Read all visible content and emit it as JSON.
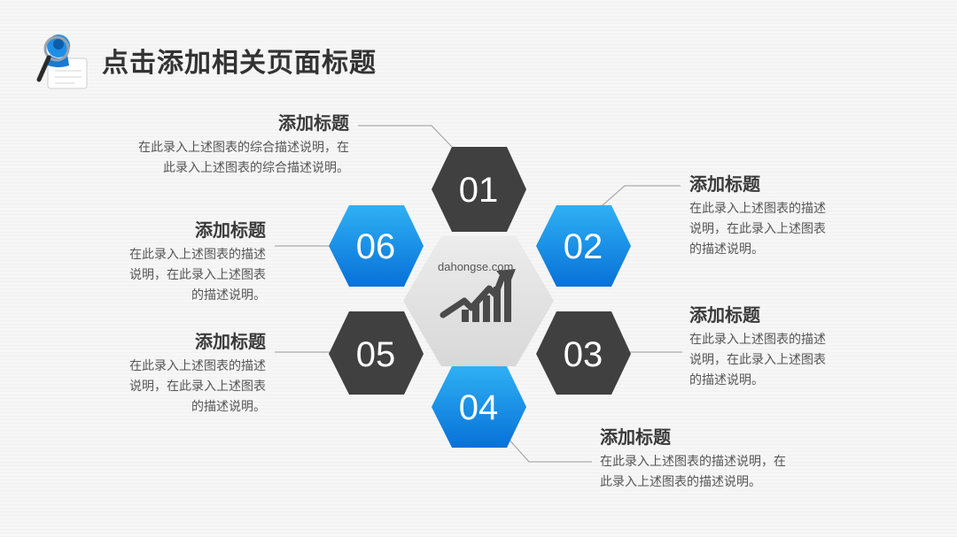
{
  "page": {
    "title": "点击添加相关页面标题"
  },
  "watermark": "dahongse.com",
  "colors": {
    "dark_hex": "#404040",
    "blue_top": "#2fb0f4",
    "blue_bottom": "#0771d8",
    "center_hex": "#e2e2e2",
    "connector": "#9a9a9a"
  },
  "center": {
    "icon": "growth-chart-icon"
  },
  "hexes": [
    {
      "num": "01",
      "style": "dark"
    },
    {
      "num": "02",
      "style": "blue"
    },
    {
      "num": "03",
      "style": "dark"
    },
    {
      "num": "04",
      "style": "blue"
    },
    {
      "num": "05",
      "style": "dark"
    },
    {
      "num": "06",
      "style": "blue"
    }
  ],
  "blocks": {
    "b01": {
      "title": "添加标题",
      "lines": [
        "在此录入上述图表的综合描述说明，在",
        "此录入上述图表的综合描述说明。"
      ]
    },
    "b02": {
      "title": "添加标题",
      "lines": [
        "在此录入上述图表的描述",
        "说明，在此录入上述图表",
        "的描述说明。"
      ]
    },
    "b03": {
      "title": "添加标题",
      "lines": [
        "在此录入上述图表的描述",
        "说明，在此录入上述图表",
        "的描述说明。"
      ]
    },
    "b04": {
      "title": "添加标题",
      "lines": [
        "在此录入上述图表的描述说明，在",
        "此录入上述图表的描述说明。"
      ]
    },
    "b05": {
      "title": "添加标题",
      "lines": [
        "在此录入上述图表的描述",
        "说明，在此录入上述图表",
        "的描述说明。"
      ]
    },
    "b06": {
      "title": "添加标题",
      "lines": [
        "在此录入上述图表的描述",
        "说明，在此录入上述图表",
        "的描述说明。"
      ]
    }
  }
}
